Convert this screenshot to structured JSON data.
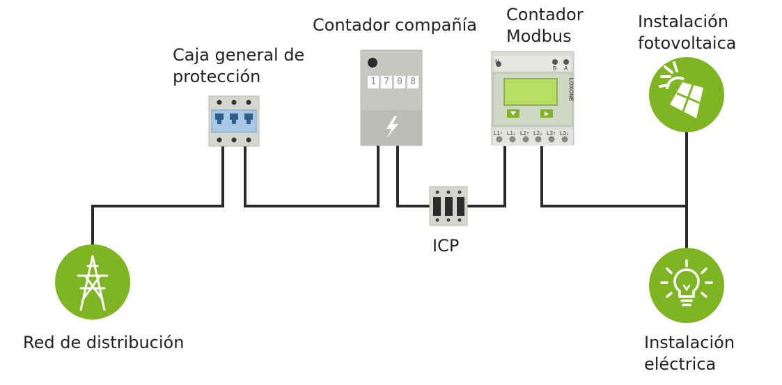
{
  "labels": {
    "cgp": [
      "Caja general de",
      "protección"
    ],
    "company_meter": "Contador compañía",
    "modbus_meter": [
      "Contador",
      "Modbus"
    ],
    "pv": [
      "Instalación",
      "fotovoltaica"
    ],
    "grid": "Red de distribución",
    "icp": "ICP",
    "electrical": [
      "Instalación",
      "eléctrica"
    ]
  },
  "company_meter_reading": [
    "1",
    "7",
    "0",
    "8"
  ],
  "modbus_meter": {
    "brand": "LOXONE",
    "terminals_bottom": [
      "L1↑",
      "L1↓",
      "L2↑",
      "L2↓",
      "L3↑",
      "L3↓"
    ],
    "terminals_top": [
      "N",
      "B",
      "A"
    ]
  },
  "colors": {
    "accent_green": "#7fb522",
    "wire": "#2b2b2b",
    "device_grey": "#c8c8c2",
    "breaker_blue": "#a7c8e6"
  },
  "icons": [
    "transmission-tower-icon",
    "solar-panel-icon",
    "light-bulb-icon",
    "lightning-bolt-icon"
  ]
}
